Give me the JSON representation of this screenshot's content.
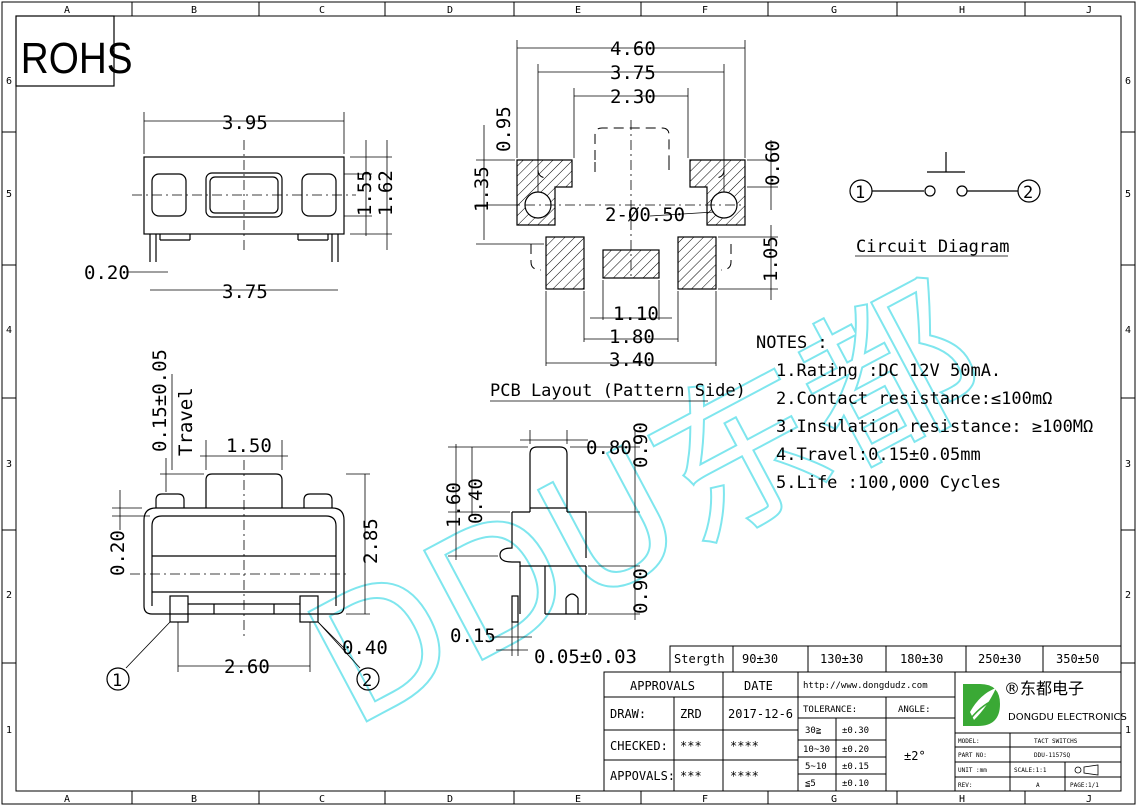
{
  "grid": {
    "columns": [
      "A",
      "B",
      "C",
      "D",
      "E",
      "F",
      "G",
      "H",
      "J"
    ],
    "rows": [
      "6",
      "5",
      "4",
      "3",
      "2",
      "1"
    ]
  },
  "rohs": "ROHS",
  "top_view": {
    "width_top": "3.95",
    "height_a": "1.55",
    "height_b": "1.62",
    "lead_width": "0.20",
    "width_bottom": "3.75"
  },
  "pcb_layout": {
    "dim_460": "4.60",
    "dim_375": "3.75",
    "dim_230": "2.30",
    "dim_095": "0.95",
    "dim_135": "1.35",
    "dim_060": "0.60",
    "hole": "2-Ø0.50",
    "dim_105": "1.05",
    "dim_110": "1.10",
    "dim_180": "1.80",
    "dim_340": "3.40",
    "caption": "PCB Layout (Pattern Side)"
  },
  "circuit": {
    "pin1": "1",
    "pin2": "2",
    "title": "Circuit Diagram"
  },
  "notes": {
    "title": "NOTES :",
    "items": [
      "1.Rating :DC 12V 50mA.",
      "2.Contact resistance:≤100mΩ",
      "3.Insulation resistance: ≥100MΩ",
      "4.Travel:0.15±0.05mm",
      "5.Life :100,000 Cycles"
    ]
  },
  "front_view": {
    "travel_value": "0.15±0.05",
    "travel_label": "Travel",
    "dim_150": "1.50",
    "dim_020": "0.20",
    "dim_285": "2.85",
    "dim_260": "2.60",
    "dim_040": "0.40",
    "pin1": "1",
    "pin2": "2"
  },
  "side_view": {
    "dim_080": "0.80",
    "dim_090_top": "0.90",
    "dim_160": "1.60",
    "dim_040": "0.40",
    "dim_090_bottom": "0.90",
    "dim_015": "0.15",
    "dim_005": "0.05±0.03"
  },
  "watermark": "DDU东都",
  "strength_table": {
    "header": "Stergth",
    "values": [
      "90±30",
      "130±30",
      "180±30",
      "250±30",
      "350±50"
    ]
  },
  "title_block": {
    "approvals": "APPROVALS",
    "date_label": "DATE",
    "url": "http://www.dongdudz.com",
    "draw_label": "DRAW:",
    "draw_by": "ZRD",
    "draw_date": "2017-12-6",
    "tolerance_label": "TOLERANCE:",
    "angle_label": "ANGLE:",
    "checked_label": "CHECKED:",
    "checked_by": "***",
    "checked_date": "****",
    "appovals_label": "APPOVALS:",
    "appovals_by": "***",
    "appovals_date": "****",
    "tolerances": [
      {
        "range": "30≧",
        "value": "±0.30"
      },
      {
        "range": "10~30",
        "value": "±0.20"
      },
      {
        "range": "5~10",
        "value": "±0.15"
      },
      {
        "range": "≦5",
        "value": "±0.10"
      }
    ],
    "angle_value": "±2°",
    "company_cn": "®东都电子",
    "company_en": "DONGDU ELECTRONICS",
    "logo_letter": "D",
    "model_label": "MODEL:",
    "model_value": "TACT SWITCHS",
    "part_label": "PART NO:",
    "part_value": "DDU-1157SQ",
    "unit_label": "UNIT :mm",
    "scale_label": "SCALE:1:1",
    "rev_label": "REV:",
    "rev_value": "A",
    "page_label": "PAGE:1/1"
  },
  "colors": {
    "line": "#000000",
    "watermark": "#7fe6ee",
    "logo_green": "#3aa935"
  }
}
